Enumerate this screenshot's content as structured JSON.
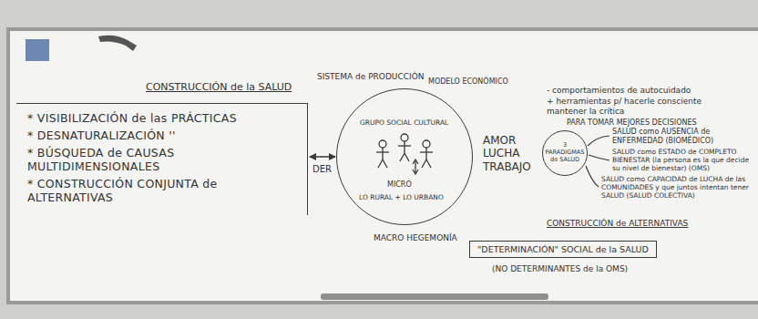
{
  "diagram": {
    "title": "CONSTRUCCIÓN de la SALUD",
    "nodes": [
      {
        "text": [
          "* VISIBILIZACIÓN de las PRÁCTICAS",
          "* DESNATURALIZACIÓN ''",
          "* BÚSQUEDA de CAUSAS MULTIDIMENSIONALES",
          "* CONSTRUCCIÓN CONJUNTA de ALTERNATIVAS"
        ]
      },
      {
        "text": [
          "SISTEMA de PRODUCCIÓN",
          "MODELO ECONÓMICO",
          "GRUPO SOCIAL CULTURAL",
          "MICRO",
          "LO RURAL + LO URBANO",
          "MACRO HEGEMONÍA"
        ]
      },
      {
        "text": [
          "3 PARADIGMAS de SALUD"
        ]
      },
      {
        "text": [
          "\"DETERMINACIÓN\" SOCIAL de la SALUD"
        ]
      }
    ],
    "edges": [
      {
        "from": 0,
        "to": 1,
        "arrow": "both"
      }
    ],
    "labels": [
      "DER",
      "AMOR LUCHA TRABAJO",
      "- comportamientos de autocuidado",
      "+ herramientas p/ hacerle consciente mantener la crítica",
      "PARA TOMAR MEJORES DECISIONES",
      "SALUD como AUSENCIA de ENFERMEDAD (BIOMÉDICO)",
      "SALUD como ESTADO de COMPLETO BIENESTAR (la persona es la que decide su nivel de bienestar) (OMS)",
      "SALUD como CAPACIDAD de LUCHA de las COMUNIDADES y que juntos intentan tener SALUD (SALUD COLECTIVA)",
      "CONSTRUCCIÓN de ALTERNATIVAS",
      "(NO DETERMINANTES de la OMS)"
    ]
  }
}
